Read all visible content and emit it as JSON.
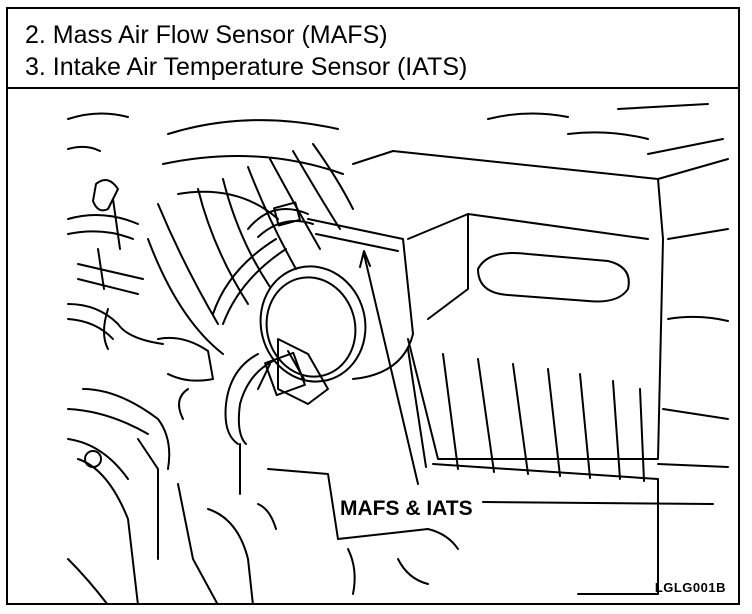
{
  "header": {
    "line1": "2.  Mass Air Flow Sensor (MAFS)",
    "line2": "3.  Intake Air Temperature Sensor (IATS)"
  },
  "callout": "MAFS & IATS",
  "figure_code": "LGLG001B"
}
